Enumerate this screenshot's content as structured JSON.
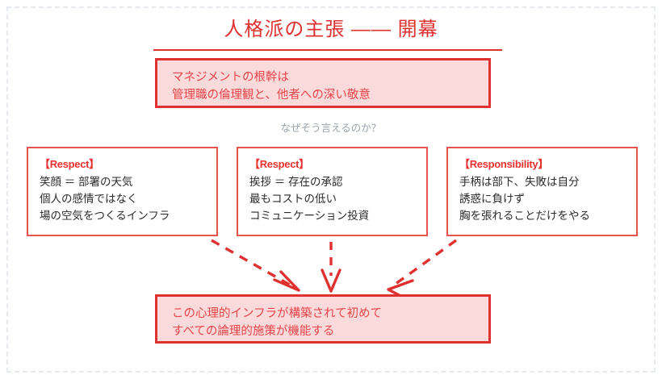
{
  "title": "人格派の主張 —— 開幕",
  "premise": {
    "line1": "マネジメントの根幹は",
    "line2": "管理職の倫理観と、他者への深い敬意",
    "text": "マネジメントの根幹は\n管理職の倫理観と、他者への深い敬意"
  },
  "question": "なぜそう言えるのか？",
  "cards": [
    {
      "head": "【Respect】",
      "body": "笑顔 ＝ 部署の天気\n個人の感情ではなく\n場の空気をつくるインフラ"
    },
    {
      "head": "【Respect】",
      "body": "挨拶 ＝ 存在の承認\n最もコストの低い\nコミュニケーション投資"
    },
    {
      "head": "【Responsibility】",
      "body": "手柄は部下、失敗は自分\n誘惑に負けず\n胸を張れることだけをやる"
    }
  ],
  "conclusion": {
    "line1": "この心理的インフラが構築されて初めて",
    "line2": "すべての論理的施策が機能する",
    "text": "この心理的インフラが構築されて初めて\nすべての論理的施策が機能する"
  },
  "arrows": [
    {
      "name": "arrow-left",
      "direction": "down-right",
      "style": "dashed"
    },
    {
      "name": "arrow-center",
      "direction": "down",
      "style": "dashed"
    },
    {
      "name": "arrow-right",
      "direction": "down-left",
      "style": "dashed"
    }
  ],
  "colors": {
    "accent_red": "#e03131",
    "box_fill_pink": "#fadada",
    "card_border": "#e8534f",
    "body_text": "#2b2b2b",
    "muted_gray": "#9aa3ad",
    "page_frame": "#e6eaef"
  }
}
